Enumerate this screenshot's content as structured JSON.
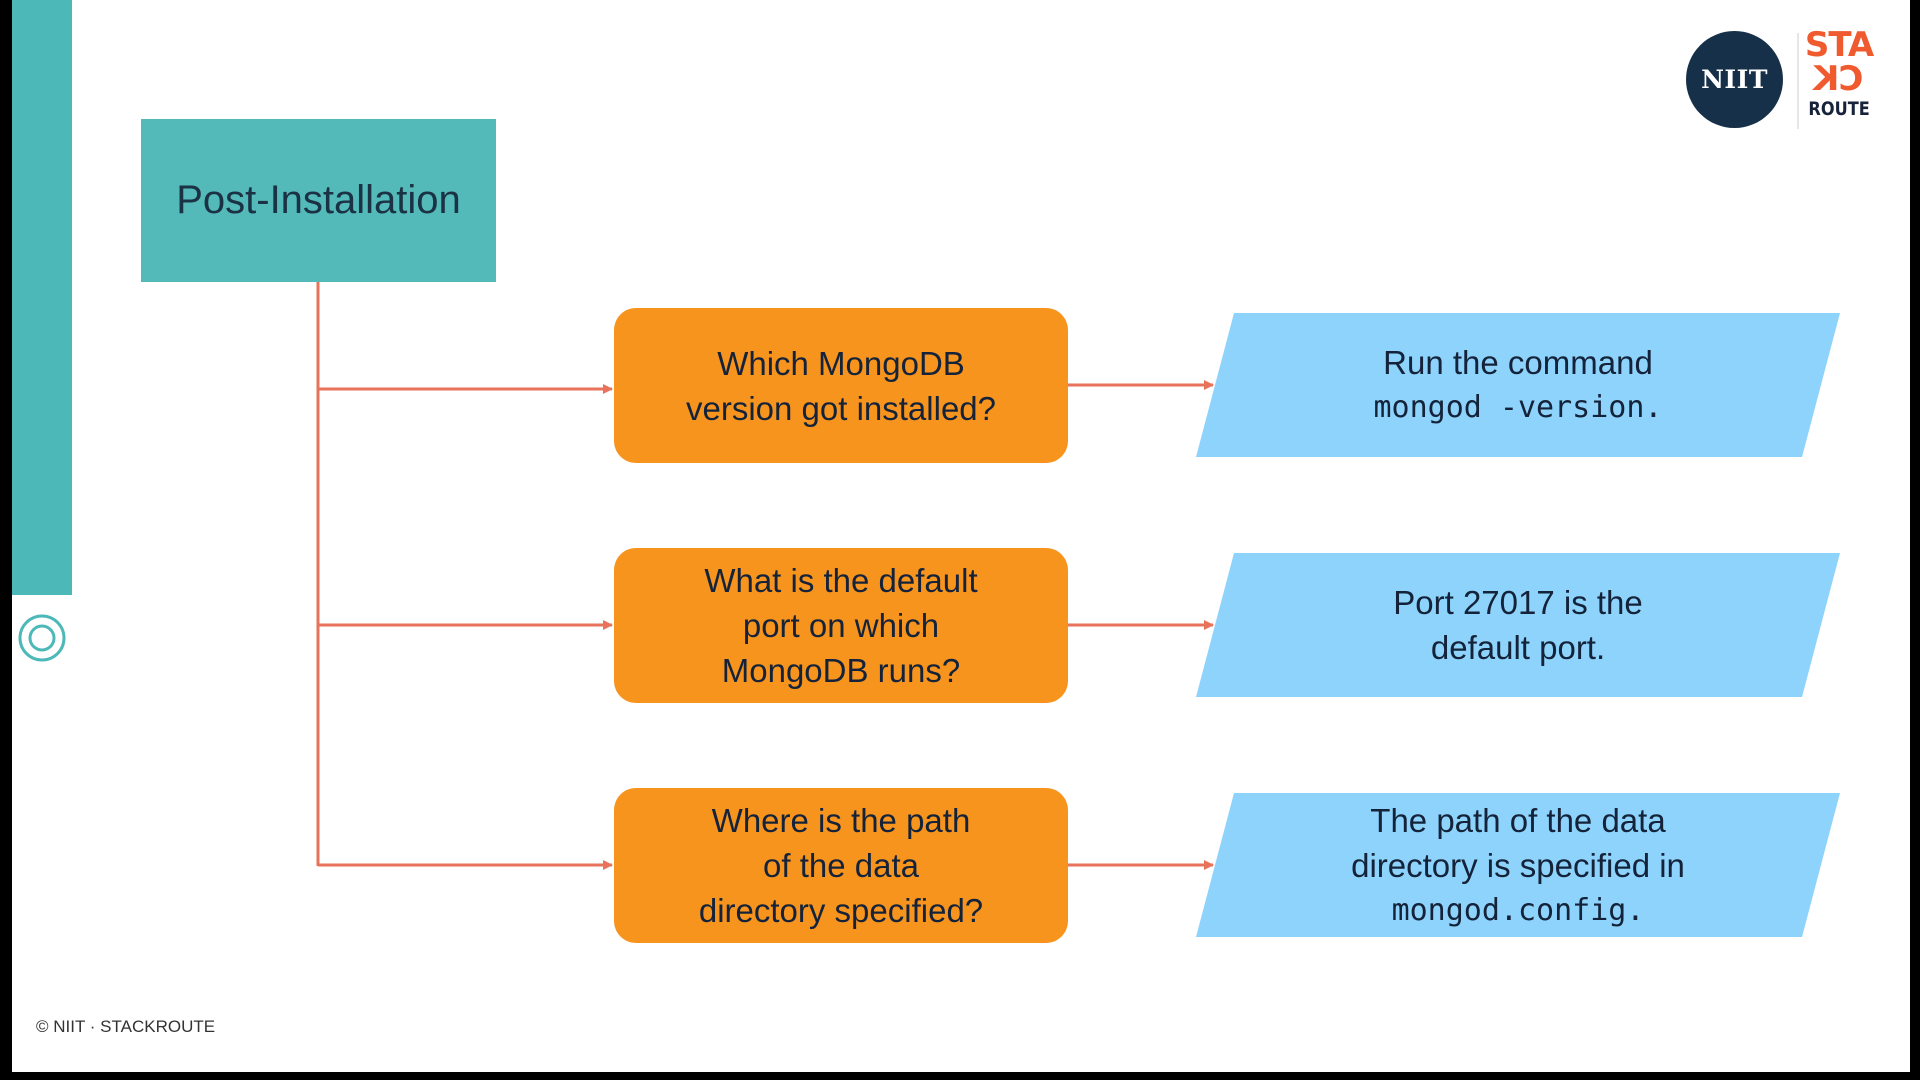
{
  "root": {
    "label": "Post-Installation"
  },
  "rows": [
    {
      "question": "Which MongoDB\nversion got installed?",
      "answer_lines": [
        {
          "text": "Run the command",
          "code": false
        },
        {
          "text": "mongod -version.",
          "code": true
        }
      ]
    },
    {
      "question": "What is the default\nport on which\nMongoDB runs?",
      "answer_lines": [
        {
          "text": "Port 27017 is the",
          "code": false
        },
        {
          "text": "default port.",
          "code": false
        }
      ]
    },
    {
      "question": "Where is the path\nof the data\ndirectory specified?",
      "answer_lines": [
        {
          "text": "The path of the data",
          "code": false
        },
        {
          "text": "directory is specified in",
          "code": false
        },
        {
          "text": "mongod.config.",
          "code": true
        }
      ]
    }
  ],
  "logos": {
    "niit": "NIIT",
    "stackroute": [
      "STA",
      "CK",
      "ROUTE"
    ]
  },
  "footer": {
    "text": "© NIIT · STACKROUTE"
  },
  "colors": {
    "teal": "#54b9b9",
    "orange": "#f7941d",
    "light_blue": "#8dd3fb",
    "connector": "#e8735a",
    "navy": "#173049",
    "brand_orange": "#ef5a2f"
  },
  "icons": {
    "ring": "ring-icon"
  }
}
